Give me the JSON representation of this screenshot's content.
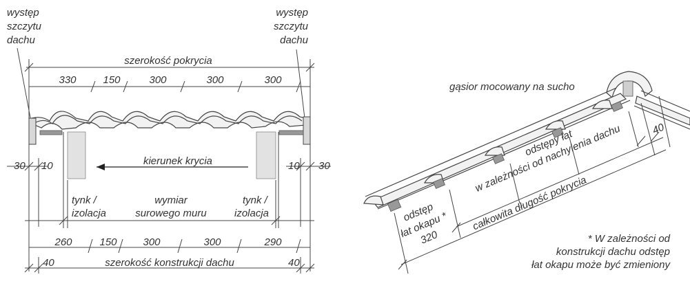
{
  "left": {
    "gable_left": [
      "występ",
      "szczytu",
      "dachu"
    ],
    "gable_right": [
      "występ",
      "szczytu",
      "dachu"
    ],
    "cover_width": "szerokość pokrycia",
    "top_dims": [
      "330",
      "150",
      "300",
      "300",
      "300"
    ],
    "direction_label": "kierunek krycia",
    "side_dims": {
      "left_outer": "30",
      "left_inner": "10",
      "right_inner": "10",
      "right_outer": "30"
    },
    "plaster_left": [
      "tynk /",
      "izolacja"
    ],
    "plaster_right": [
      "tynk /",
      "izolacja"
    ],
    "wall_dim": [
      "wymiar",
      "surowego muru"
    ],
    "bottom_dims": [
      "260",
      "150",
      "300",
      "300",
      "290"
    ],
    "structure_width": "szerokość konstrukcji dachu",
    "end_dims": {
      "left": "40",
      "right": "40"
    }
  },
  "right": {
    "ridge_label": "gąsior mocowany na sucho",
    "batten_spacing": [
      "odstępy łat",
      "w zależności od nachylenia dachu"
    ],
    "eave_spacing": [
      "odstęp",
      "łat okapu *",
      "320"
    ],
    "total_length": "całkowita długość pokrycia",
    "ridge_dim": "40",
    "note": [
      "* W zależności od",
      "konstrukcji dachu odstęp",
      "łat okapu może być zmieniony"
    ]
  }
}
